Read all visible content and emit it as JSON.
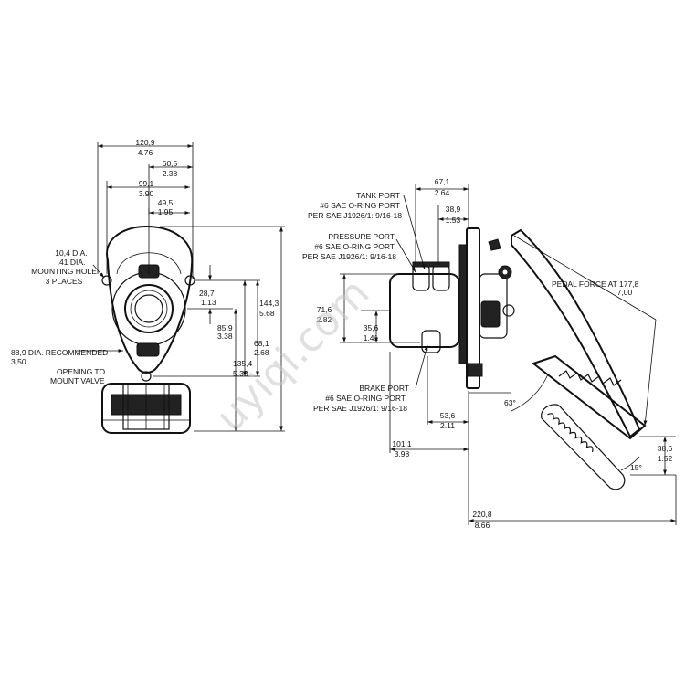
{
  "left_view": {
    "dims": {
      "width_overall": {
        "mm": "120,9",
        "in": "4.76"
      },
      "half_outer": {
        "mm": "60,5",
        "in": "2.38"
      },
      "bolt_span": {
        "mm": "99,1",
        "in": "3.90"
      },
      "half_bolt": {
        "mm": "49,5",
        "in": "1.95"
      },
      "mid_small": {
        "mm": "28,7",
        "in": "1.13"
      },
      "mid_center": {
        "mm": "85,9",
        "in": "3.38"
      },
      "mid_lower": {
        "mm": "68,1",
        "in": "2.68"
      },
      "bottom": {
        "mm": "135,4",
        "in": "5.33"
      },
      "height_overall": {
        "mm": "144,3",
        "in": "5.68"
      }
    },
    "mount_hole": [
      "10,4 DIA.",
      ",41 DIA.",
      "MOUNTING HOLE",
      "3 PLACES"
    ],
    "opening": [
      "88,9 DIA. RECOMMENDED",
      "3,50",
      "OPENING TO",
      "MOUNT VALVE"
    ]
  },
  "right_view": {
    "dims": {
      "body_depth": {
        "mm": "67,1",
        "in": "2.64"
      },
      "port_offset": {
        "mm": "38,9",
        "in": "1.53"
      },
      "port_height": {
        "mm": "71,6",
        "in": "2.82"
      },
      "brake_port_height": {
        "mm": "35,6",
        "in": "1.41"
      },
      "brake_to_flange": {
        "mm": "53,6",
        "in": "2.11"
      },
      "body_to_flange": {
        "mm": "101,1",
        "in": "3.98"
      },
      "pedal_length": {
        "mm": "220,8",
        "in": "8.66"
      },
      "pedal_rise": {
        "mm": "38,6",
        "in": "1.52"
      }
    },
    "tank_port": [
      "TANK PORT",
      "#6 SAE O-RING PORT",
      "PER SAE J1926/1: 9/16-18"
    ],
    "pressure_port": [
      "PRESSURE PORT",
      "#6 SAE O-RING PORT",
      "PER SAE J1926/1: 9/16-18"
    ],
    "brake_port": [
      "BRAKE PORT",
      "#6 SAE O-RING PORT",
      "PER SAE J1926/1: 9/16-18"
    ],
    "pedal_force": [
      "PEDAL FORCE AT 177,8",
      "7,00"
    ],
    "angle_pedal": "63°",
    "angle_lower": "15°"
  },
  "watermark": "uyiqi.com"
}
